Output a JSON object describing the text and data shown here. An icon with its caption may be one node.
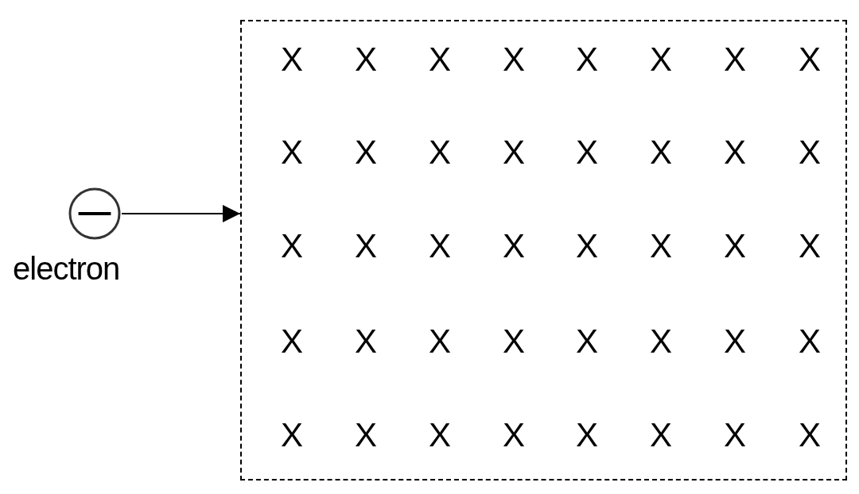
{
  "diagram": {
    "nodes": [
      {
        "text": [],
        "shape": "circle",
        "beside": [
          "electron"
        ]
      },
      {
        "text": [],
        "shape": "box"
      }
    ],
    "edges": [
      {
        "from": 0,
        "to": 1,
        "arrow": "to"
      }
    ],
    "labels": [
      "X",
      "X",
      "X",
      "X",
      "X",
      "X",
      "X",
      "X",
      "X",
      "X",
      "X",
      "X",
      "X",
      "X",
      "X",
      "X",
      "X",
      "X",
      "X",
      "X",
      "X",
      "X",
      "X",
      "X",
      "X",
      "X",
      "X",
      "X",
      "X",
      "X",
      "X",
      "X",
      "X",
      "X",
      "X",
      "X",
      "X",
      "X",
      "X",
      "X"
    ]
  }
}
